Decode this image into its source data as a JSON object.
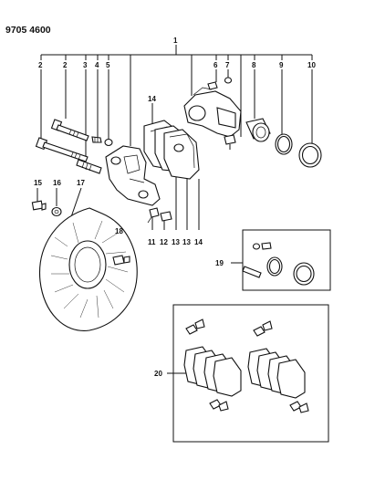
{
  "header": {
    "code": "9705 4600"
  },
  "callouts": [
    {
      "id": "1",
      "label": "1"
    },
    {
      "id": "2a",
      "label": "2"
    },
    {
      "id": "2b",
      "label": "2"
    },
    {
      "id": "3",
      "label": "3"
    },
    {
      "id": "4",
      "label": "4"
    },
    {
      "id": "5",
      "label": "5"
    },
    {
      "id": "6",
      "label": "6"
    },
    {
      "id": "7",
      "label": "7"
    },
    {
      "id": "8",
      "label": "8"
    },
    {
      "id": "9",
      "label": "9"
    },
    {
      "id": "10",
      "label": "10"
    },
    {
      "id": "11",
      "label": "11"
    },
    {
      "id": "12",
      "label": "12"
    },
    {
      "id": "13a",
      "label": "13"
    },
    {
      "id": "13b",
      "label": "13"
    },
    {
      "id": "14a",
      "label": "14"
    },
    {
      "id": "14b",
      "label": "14"
    },
    {
      "id": "15",
      "label": "15"
    },
    {
      "id": "16",
      "label": "16"
    },
    {
      "id": "17",
      "label": "17"
    },
    {
      "id": "18",
      "label": "18"
    },
    {
      "id": "19",
      "label": "19"
    },
    {
      "id": "20",
      "label": "20"
    }
  ]
}
